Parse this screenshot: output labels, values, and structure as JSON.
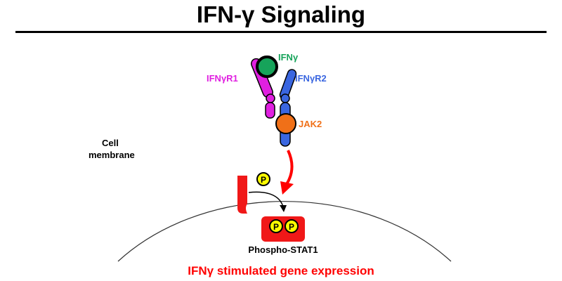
{
  "title": "IFN-γ Signaling",
  "labels": {
    "ifng": "IFNγ",
    "ifngr1": "IFNγR1",
    "ifngr2": "IFNγR2",
    "jak2": "JAK2",
    "cell_line1": "Cell",
    "cell_line2": "membrane",
    "phospho_stat1": "Phospho-STAT1",
    "p_free": "P",
    "p_left": "P",
    "p_right": "P"
  },
  "footer": "IFNγ stimulated gene expression",
  "colors": {
    "ifng": "#16a35a",
    "ifngr1": "#e020e0",
    "ifngr2": "#3a66e0",
    "jak2": "#f07018",
    "stat": "#f01818",
    "phosphate": "#ffff00",
    "footer": "#ff0000"
  }
}
